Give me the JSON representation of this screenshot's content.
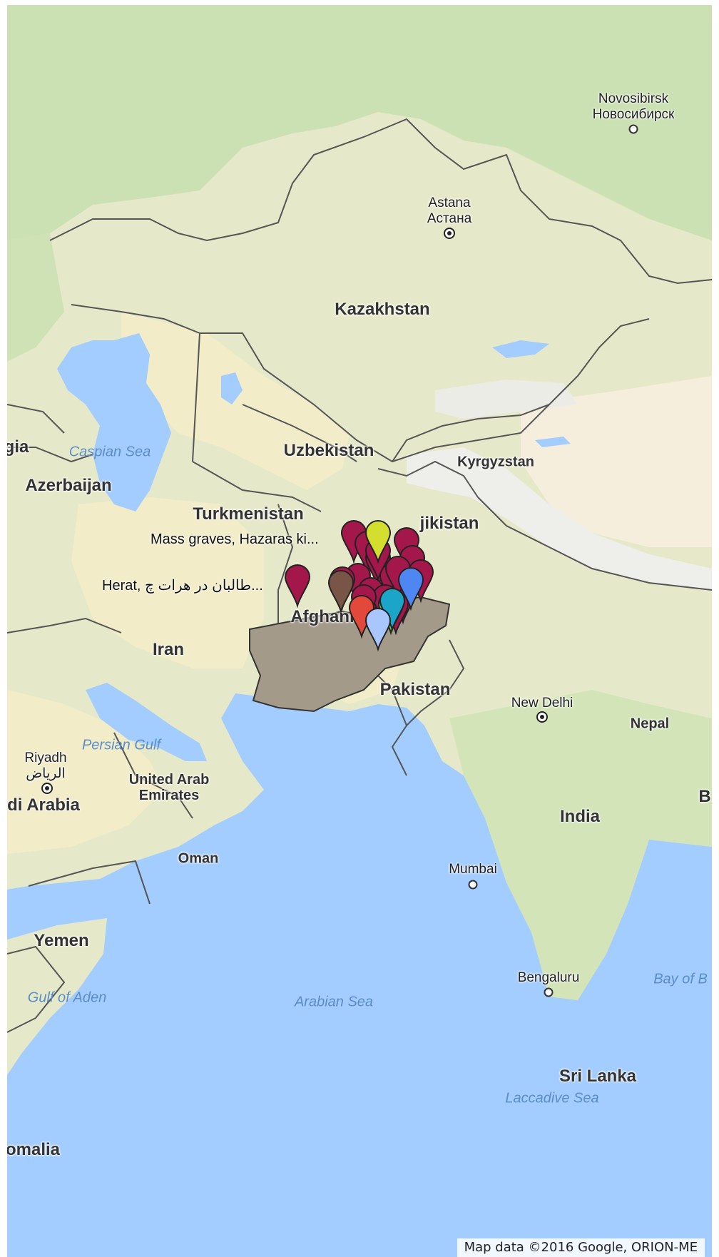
{
  "map": {
    "colors": {
      "sea": "#a3ccff",
      "land": "#e6e9c9",
      "forest": "#c8e0b0",
      "desert": "#f4ecca",
      "mountain": "#eeeeee",
      "border": "#555555",
      "highlight_region": "#a49a8a"
    },
    "countries": [
      {
        "name": "Kazakhstan",
        "size": "large"
      },
      {
        "name": "Uzbekistan",
        "size": "large"
      },
      {
        "name": "Kyrgyzstan",
        "size": "small"
      },
      {
        "name": "jikistan",
        "size": "large"
      },
      {
        "name": "Turkmenistan",
        "size": "large"
      },
      {
        "name": "Azerbaijan",
        "size": "large"
      },
      {
        "name": "gia",
        "size": "large"
      },
      {
        "name": "Afghani",
        "size": "large"
      },
      {
        "name": "Iran",
        "size": "large"
      },
      {
        "name": "Pakistan",
        "size": "large"
      },
      {
        "name": "Nepal",
        "size": "small"
      },
      {
        "name": "India",
        "size": "large"
      },
      {
        "name": "United Arab\nEmirates",
        "size": "small"
      },
      {
        "name": "Oman",
        "size": "small"
      },
      {
        "name": "di Arabia",
        "size": "large"
      },
      {
        "name": "Yemen",
        "size": "large"
      },
      {
        "name": "Sri Lanka",
        "size": "large"
      },
      {
        "name": "omalia",
        "size": "large"
      },
      {
        "name": "B",
        "size": "large"
      }
    ],
    "cities": [
      {
        "name": "Novosibirsk\nНовосибирск",
        "kind": "city"
      },
      {
        "name": "Astana\nАстана",
        "kind": "capital"
      },
      {
        "name": "New Delhi",
        "kind": "capital"
      },
      {
        "name": "Riyadh\nالرياض",
        "kind": "capital"
      },
      {
        "name": "Mumbai",
        "kind": "city"
      },
      {
        "name": "Bengaluru",
        "kind": "city"
      }
    ],
    "seas": [
      "Caspian Sea",
      "Persian Gulf",
      "Gulf of Aden",
      "Arabian Sea",
      "Bay of B",
      "Laccadive Sea"
    ],
    "marker_labels": [
      "Mass graves, Hazaras ki...",
      "Herat, طالبان در هرات چ..."
    ],
    "markers": [
      {
        "color": "#a3174a",
        "icon": "map-pin-icon"
      },
      {
        "color": "#d3de2f",
        "icon": "map-pin-icon"
      },
      {
        "color": "#795548",
        "icon": "map-pin-icon"
      },
      {
        "color": "#4f87f2",
        "icon": "map-pin-icon"
      },
      {
        "color": "#e3493a",
        "icon": "map-pin-icon"
      },
      {
        "color": "#1ba5c8",
        "icon": "map-pin-icon"
      },
      {
        "color": "#a9c6ff",
        "icon": "map-pin-icon"
      },
      {
        "color": "#66b84e",
        "icon": "map-pin-icon"
      }
    ],
    "attribution": "Map data ©2016 Google, ORION-ME"
  }
}
